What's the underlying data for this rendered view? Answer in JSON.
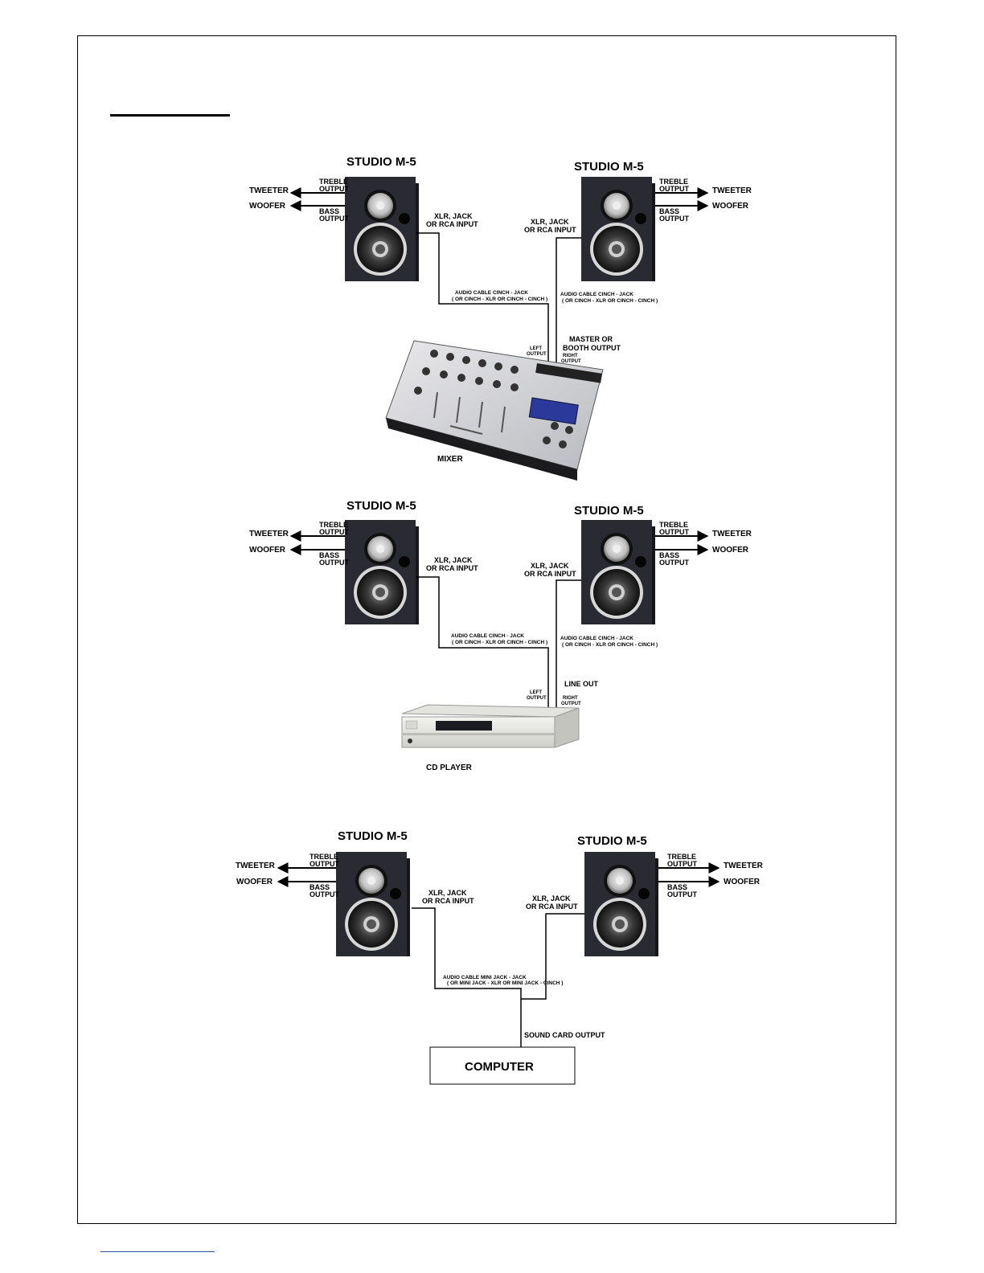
{
  "speaker_title": "STUDIO M-5",
  "labels": {
    "tweeter": "TWEETER",
    "woofer": "WOOFER",
    "treble_output": [
      "TREBLE",
      "OUTPUT"
    ],
    "bass_output": [
      "BASS",
      "OUTPUT"
    ],
    "xlr_input": [
      "XLR, JACK",
      "OR RCA INPUT"
    ],
    "left_output": [
      "LEFT",
      "OUTPUT"
    ],
    "right_output": [
      "RIGHT",
      "OUTPUT"
    ]
  },
  "section_mixer": {
    "cable_left": [
      "AUDIO CABLE CINCH - JACK",
      "( OR CINCH - XLR OR CINCH - CINCH )"
    ],
    "cable_right": [
      "AUDIO CABLE CINCH - JACK",
      "( OR CINCH - XLR OR CINCH - CINCH )"
    ],
    "source_output": [
      "MASTER OR",
      "BOOTH OUTPUT"
    ],
    "device": "MIXER"
  },
  "section_cd": {
    "cable_left": [
      "AUDIO CABLE CINCH - JACK",
      "( OR CINCH - XLR OR CINCH - CINCH )"
    ],
    "cable_right": [
      "AUDIO CABLE CINCH - JACK",
      "( OR CINCH - XLR OR CINCH - CINCH )"
    ],
    "source_output": "LINE OUT",
    "device": "CD PLAYER"
  },
  "section_computer": {
    "cable": [
      "AUDIO CABLE MINI JACK - JACK",
      "( OR MINI JACK - XLR OR MINI JACK - CINCH )"
    ],
    "source_output": "SOUND CARD OUTPUT",
    "device": "COMPUTER"
  }
}
